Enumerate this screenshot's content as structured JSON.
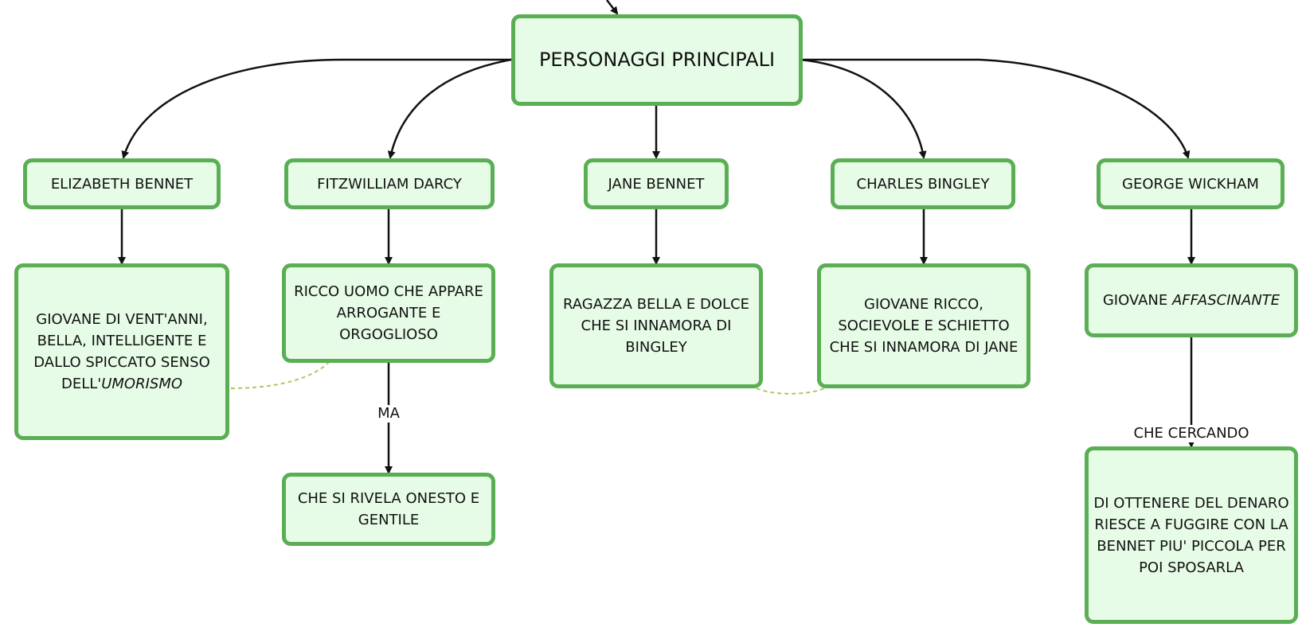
{
  "root": {
    "label": "PERSONAGGI PRINCIPALI"
  },
  "characters": [
    {
      "name": "ELIZABETH BENNET",
      "description": {
        "before": "GIOVANE DI VENT'ANNI, BELLA, INTELLIGENTE E DALLO SPICCATO SENSO DELL'",
        "emphasis": "UMORISMO"
      }
    },
    {
      "name": "FITZWILLIAM DARCY",
      "description": {
        "text": "RICCO UOMO CHE APPARE ARROGANTE E ORGOGLIOSO"
      },
      "connector": "MA",
      "followup": "CHE SI RIVELA ONESTO E GENTILE"
    },
    {
      "name": "JANE BENNET",
      "description": {
        "text": "RAGAZZA BELLA E DOLCE CHE SI INNAMORA DI BINGLEY"
      }
    },
    {
      "name": "CHARLES BINGLEY",
      "description": {
        "text": "GIOVANE RICCO, SOCIEVOLE E SCHIETTO CHE SI INNAMORA DI JANE"
      }
    },
    {
      "name": "GEORGE WICKHAM",
      "description": {
        "before": "GIOVANE ",
        "emphasis": "AFFASCINANTE"
      },
      "connector": "CHE CERCANDO",
      "followup": "DI OTTENERE DEL DENARO RIESCE A FUGGIRE CON LA BENNET PIU' PICCOLA PER POI SPOSARLA"
    }
  ],
  "colors": {
    "node_fill": "#e6fce6",
    "node_border": "#5aae54",
    "link_line": "#111111",
    "cross_link": "#a6cc5a"
  }
}
